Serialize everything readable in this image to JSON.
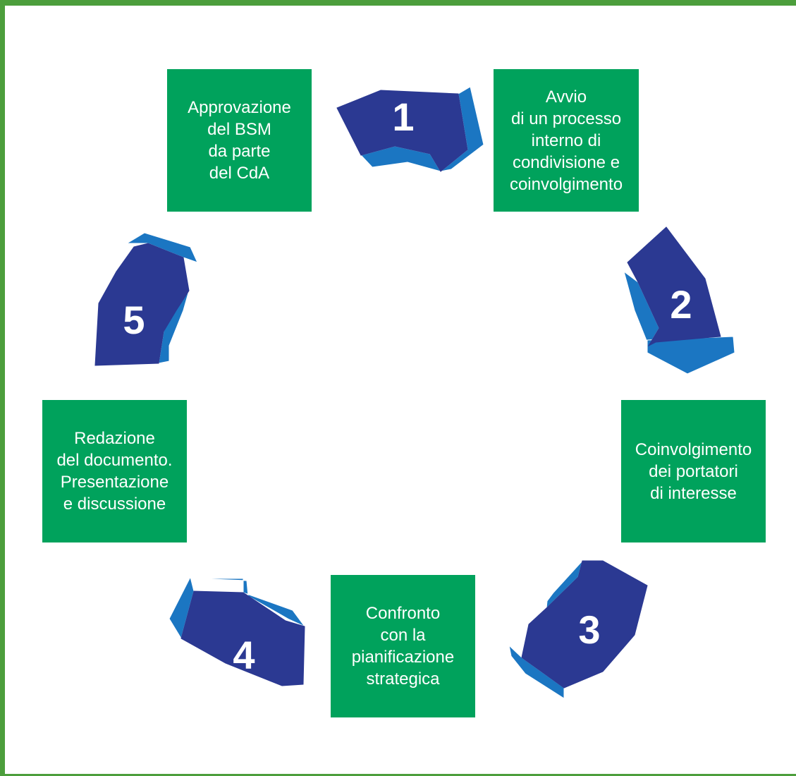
{
  "colors": {
    "frame": "#4c9e3c",
    "box": "#00a25c",
    "arrow_face": "#2b3992",
    "arrow_side": "#1b76c2",
    "box_text": "#ffffff",
    "arrow_number": "#ffffff"
  },
  "steps": [
    {
      "number": "1",
      "label": "Avvio\ndi un processo\ninterno di\ncondivisione e\ncoinvolgimento"
    },
    {
      "number": "2",
      "label": "Coinvolgimento\ndei portatori\ndi interesse"
    },
    {
      "number": "3",
      "label": "Confronto\ncon la\npianificazione\nstrategica"
    },
    {
      "number": "4",
      "label": "Redazione\ndel documento.\nPresentazione\ne discussione"
    },
    {
      "number": "5",
      "label": "Approvazione\ndel BSM\nda parte\ndel CdA"
    }
  ],
  "icons": {
    "arrow": "curved-arrow-icon"
  }
}
